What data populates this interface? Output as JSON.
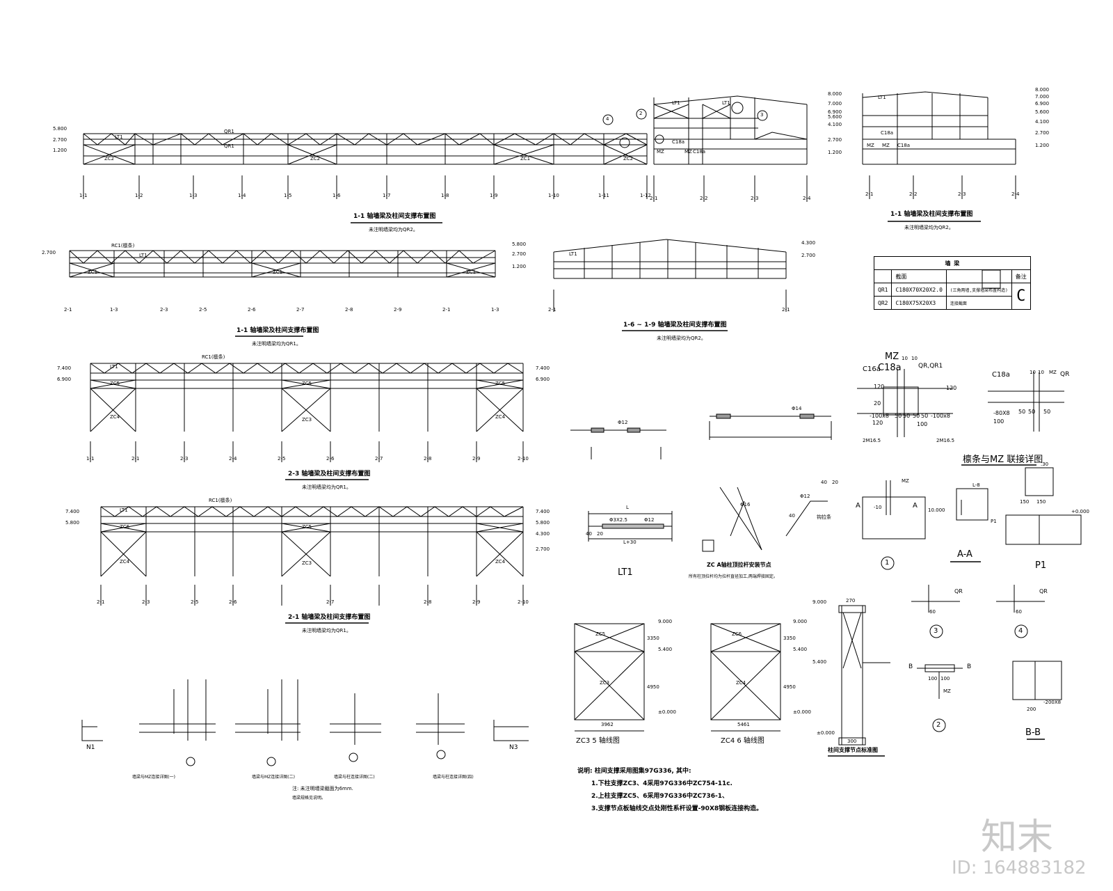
{
  "drawing": {
    "top_left": {
      "title": "1-1 轴墙梁及柱间支撑布置图",
      "note": "未注明墙梁均为QR2。",
      "elevations": [
        "5.800",
        "2.700",
        "1.200"
      ],
      "axes": [
        "1-1",
        "1-2",
        "1-3",
        "1-4",
        "1-5",
        "1-6",
        "1-7",
        "1-8",
        "1-9",
        "1-10",
        "1-11",
        "1-12"
      ],
      "tags": [
        "LT1",
        "QR1",
        "QR1",
        "ZC2",
        "ZC2",
        "ZC1",
        "ZC2"
      ]
    },
    "top_mid": {
      "axes": [
        "2-1",
        "2-2",
        "2-3",
        "2-4"
      ],
      "elevations": [
        "8.000",
        "7.000",
        "6.900",
        "5.600",
        "4.100",
        "2.700",
        "1.200"
      ],
      "tags": [
        "LT1",
        "LT1",
        "C18a",
        "MZ",
        "C18a",
        "MZ"
      ],
      "markers": [
        "4",
        "2",
        "3"
      ]
    },
    "top_right": {
      "title": "1-1 轴墙梁及柱间支撑布置图",
      "note": "未注明墙梁均为QR2。",
      "axes": [
        "2-1",
        "2-2",
        "2-3",
        "2-4"
      ],
      "elevations": [
        "8.000",
        "7.000",
        "6.900",
        "5.600",
        "4.100",
        "2.700",
        "1.200"
      ],
      "tags": [
        "LT1",
        "C18a",
        "MZ",
        "C18a",
        "MZ"
      ]
    },
    "row2_left": {
      "title": "1-1 轴墙梁及柱间支撑布置图",
      "note": "未注明墙梁均为QR1。",
      "elevations": [
        "2.700",
        "5.800",
        "2.700",
        "1.200"
      ],
      "axes": [
        "2-1",
        "1-3",
        "2-3",
        "2-5",
        "2-6",
        "2-7",
        "2-8",
        "2-9",
        "2-1",
        "1-3"
      ],
      "tags": [
        "RC1(檩条)",
        "LT1",
        "ZC1",
        "ZC1",
        "ZC1"
      ]
    },
    "row2_mid": {
      "title": "1-6 ~ 1-9 轴墙梁及柱间支撑布置图",
      "note": "未注明墙梁均为QR2。",
      "elevations": [
        "4.300",
        "2.700"
      ],
      "axes": [
        "2-1",
        "2-1"
      ],
      "tags": [
        "LT1"
      ]
    },
    "legend": {
      "title": "墙 梁",
      "headers": [
        "",
        "截面",
        "",
        "备注"
      ],
      "rows": [
        {
          "id": "QR1",
          "section": "C180X70X20X2.0",
          "desc": "(三角两墙,支撑墙梁布置构造)"
        },
        {
          "id": "QR2",
          "section": "C180X75X20X3",
          "desc": "连接截面"
        }
      ],
      "symbol": "C"
    },
    "row3": {
      "title": "2-3 轴墙梁及柱间支撑布置图",
      "note": "未注明墙梁均为QR1。",
      "elevations": [
        "7.400",
        "6.900",
        "7.400",
        "6.900"
      ],
      "axes": [
        "1-1",
        "2-1",
        "2-3",
        "2-4",
        "2-5",
        "2-6",
        "2-7",
        "2-8",
        "2-9",
        "2-10"
      ],
      "tags": [
        "RC1(檩条)",
        "LT1",
        "ZC5",
        "ZC5",
        "ZC4",
        "ZC3",
        "ZC4",
        "ZC5"
      ]
    },
    "row4": {
      "title": "2-1 轴墙梁及柱间支撑布置图",
      "note": "未注明墙梁均为QR1。",
      "elevations": [
        "7.400",
        "5.800",
        "7.400",
        "5.800",
        "4.300",
        "2.700"
      ],
      "axes": [
        "2-1",
        "2-3",
        "2-5",
        "2-6",
        "2-7",
        "2-8",
        "2-9",
        "2-10"
      ],
      "tags": [
        "RC1(檩条)",
        "LT1",
        "ZC6",
        "ZC5",
        "ZC4",
        "ZC3",
        "ZC4"
      ]
    },
    "rods": {
      "rod_a": "Φ12",
      "rod_b": "Φ14",
      "lt1_caption": "LT1",
      "lt1_dims": [
        "L",
        "Φ3X2.5",
        "Φ12",
        "40",
        "20",
        "L+30"
      ],
      "zc_caption": "ZC A轴柱顶拉杆安装节点",
      "zc_note": "所有柱顶拉杆均为拉杆直径加工,两端焊接固定。",
      "hook_labels": [
        "Φ12",
        "Φ16",
        "40",
        "20",
        "40"
      ],
      "hook_caption": "钩拉条"
    },
    "mz_detail": {
      "title": "檩条与MZ 联接详图",
      "labels": [
        "MZ",
        "C16a",
        "C18a",
        "10",
        "10",
        "QR,QR1",
        "120",
        "20",
        "120",
        "-100x8",
        "50",
        "50",
        "50",
        "50",
        "-100x8",
        "120",
        "100",
        "2M16.5",
        "2M16.5",
        "C18a",
        "10",
        "10",
        "MZ",
        "QR",
        "-80X8",
        "100",
        "50",
        "50",
        "50"
      ]
    },
    "details_row": {
      "captions": [
        "1",
        "A-A",
        "P1"
      ],
      "labels": [
        "MZ",
        "A",
        "A",
        "10.000",
        "-10",
        "L-8",
        ".30",
        "150",
        "150",
        "+0.000",
        "P1"
      ]
    },
    "zc_elev": {
      "left": {
        "caption": "ZC3 5 轴线图",
        "tags": [
          "ZC5",
          "ZC3"
        ],
        "elevations": [
          "9.000",
          "5.400",
          "±0.000"
        ],
        "dims": [
          "3350",
          "4950",
          "3962"
        ]
      },
      "right": {
        "caption": "ZC4 6 轴线图",
        "tags": [
          "ZC6",
          "ZC4"
        ],
        "elevations": [
          "9.000",
          "5.400",
          "±0.000"
        ],
        "dims": [
          "3350",
          "4950",
          "5461"
        ]
      }
    },
    "col_node": {
      "caption": "柱间支撑节点标准图",
      "elevations": [
        "9.000",
        "5.400",
        "±0.000"
      ],
      "dims": [
        "270",
        "300"
      ]
    },
    "node_details": {
      "captions": [
        "3",
        "4",
        "2",
        "B-B"
      ],
      "labels": [
        "QR",
        "QR",
        "B",
        "B",
        "100",
        "100",
        "MZ",
        "200",
        "-200X8",
        "60",
        "60"
      ]
    },
    "bottom_details": {
      "captions": [
        "墙梁与MZ连接详图(一)",
        "墙梁与MZ连接详图(二)",
        "墙梁与柱连接详图(二)",
        "墙梁与柱连接详图(四)"
      ],
      "node_labels": [
        "N1",
        "N3"
      ],
      "note_line1": "注: 未注明墙梁截面为6mm.",
      "note_line2": "墙梁规格见说明。"
    },
    "general_notes": {
      "heading": "说明: 柱间支撑采用图集97G336, 其中:",
      "items": [
        "1.下柱支撑ZC3、4采用97G336中ZC754-11c.",
        "2.上柱支撑ZC5、6采用97G336中ZC736-1、",
        "3.支撑节点板轴线交点处刚性系杆设置-90X8钢板连接构造。"
      ]
    },
    "watermark": {
      "logo": "知末",
      "id": "ID: 164883182"
    }
  }
}
